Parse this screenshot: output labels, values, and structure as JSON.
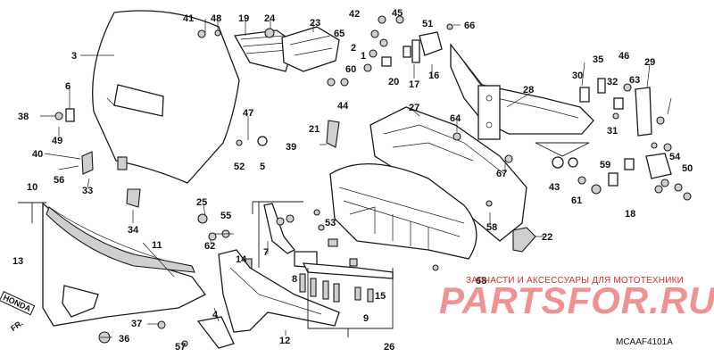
{
  "diagram_code": "MCAAF4101A",
  "watermark": {
    "subtitle": "ЗАПЧАСТИ И АКСЕССУАРЫ ДЛЯ МОТОТЕХНИКИ",
    "logo": "PARTSFOR.RU"
  },
  "badges": {
    "honda": "HONDA",
    "front": "FR."
  },
  "callouts": [
    "41",
    "48",
    "19",
    "24",
    "23",
    "42",
    "45",
    "51",
    "66",
    "65",
    "2",
    "1",
    "60",
    "20",
    "17",
    "16",
    "3",
    "6",
    "38",
    "49",
    "47",
    "52",
    "5",
    "21",
    "39",
    "40",
    "56",
    "33",
    "34",
    "10",
    "13",
    "11",
    "25",
    "55",
    "62",
    "14",
    "7",
    "8",
    "4",
    "37",
    "57",
    "36",
    "12",
    "53",
    "15",
    "9",
    "26",
    "44",
    "35",
    "46",
    "29",
    "30",
    "32",
    "63",
    "28",
    "27",
    "64",
    "31",
    "18",
    "43",
    "61",
    "22",
    "58",
    "54",
    "50",
    "59",
    "67",
    "68"
  ]
}
